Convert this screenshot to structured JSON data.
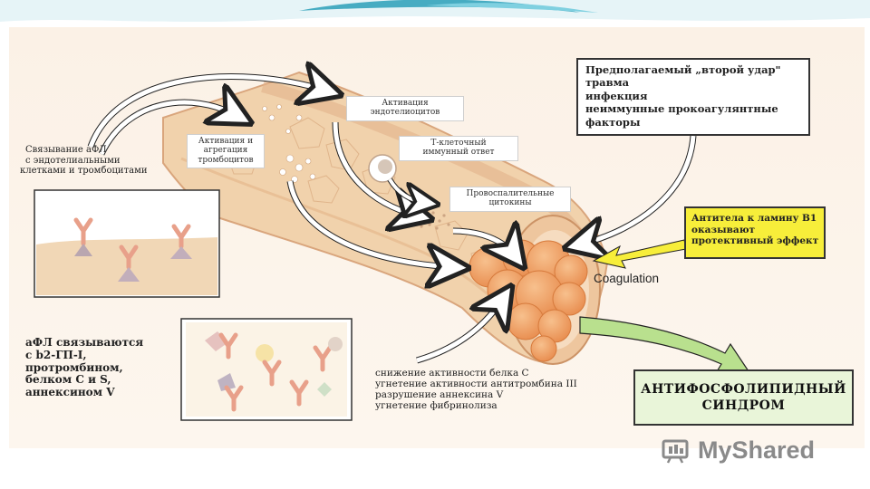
{
  "labels": {
    "binding_endothelial": [
      "Связывание аФЛ",
      "с эндотелиальными",
      "клетками и тромбоцитами"
    ],
    "platelet_activation": [
      "Активация и",
      "агрегация",
      "тромбоцитов"
    ],
    "endothelial_activation": [
      "Активация",
      "эндотелиоцитов"
    ],
    "t_cell": [
      "Т-клеточный",
      "иммунный ответ"
    ],
    "cytokines": [
      "Провоспалительные",
      "цитокины"
    ],
    "second_hit": [
      "Предполагаемый „второй удар\"",
      "травма",
      "инфекция",
      "неиммунные прокоагулянтные",
      "факторы"
    ],
    "lamin": [
      "Антитела к ламину В1",
      "оказывают",
      "протективный эффект"
    ],
    "coagulation": "Coagulation",
    "apl_binding": [
      "аФЛ связываются",
      "с b2-ГП-I,",
      "протромбином,",
      "белком С и S,",
      "аннексином V"
    ],
    "effects": [
      "снижение активности белка С",
      "угнетение активности антитромбина III",
      "разрушение аннексина V",
      "угнетение фибринолиза"
    ],
    "aps": [
      "АНТИФОСФОЛИПИДНЫЙ",
      "СИНДРОМ"
    ]
  },
  "logo": {
    "brand": "MyShared"
  },
  "colors": {
    "vessel": "#f1d2ac",
    "vessel_dark": "#d9a57c",
    "clot": "#f0a568",
    "arrow_green": "#b9e08e",
    "lamin_yellow": "#f7ee3a",
    "aps_fill": "#e9f5d9",
    "antibody": "#e8a08a",
    "teal_header": "#2a9fb8"
  }
}
